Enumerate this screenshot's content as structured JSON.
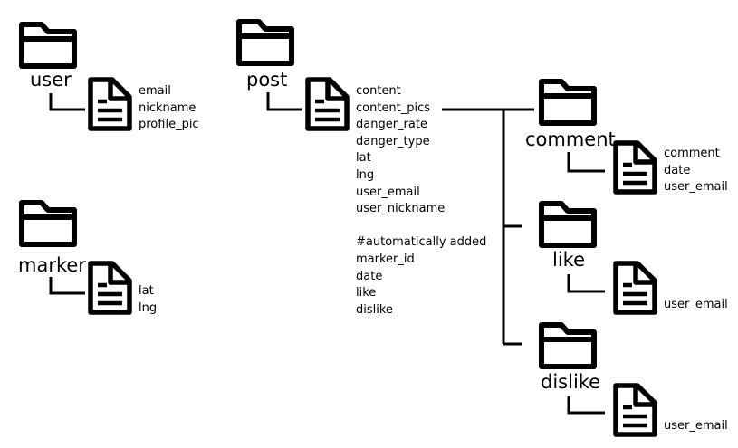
{
  "collections": {
    "user": {
      "name": "user",
      "fields": [
        "email",
        "nickname",
        "profile_pic"
      ]
    },
    "marker": {
      "name": "marker",
      "fields": [
        "lat",
        "lng"
      ]
    },
    "post": {
      "name": "post",
      "fields": [
        "content",
        "content_pics",
        "danger_rate",
        "danger_type",
        "lat",
        "lng",
        "user_email",
        "user_nickname"
      ],
      "note": "#automatically added",
      "auto_fields": [
        "marker_id",
        "date",
        "like",
        "dislike"
      ]
    },
    "comment": {
      "name": "comment",
      "fields": [
        "comment",
        "date",
        "user_email"
      ]
    },
    "like": {
      "name": "like",
      "fields": [
        "user_email"
      ]
    },
    "dislike": {
      "name": "dislike",
      "fields": [
        "user_email"
      ]
    }
  },
  "icons": {
    "collection": "folder-icon",
    "document": "document-icon"
  },
  "colors": {
    "stroke": "#000000",
    "background": "#ffffff"
  }
}
